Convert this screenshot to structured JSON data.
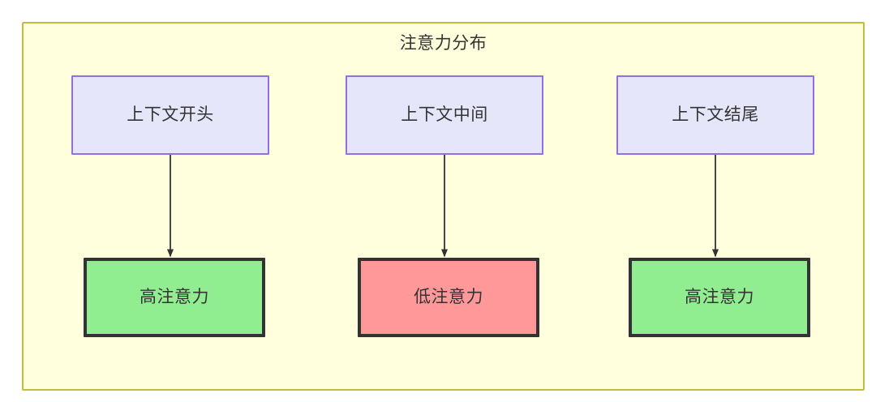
{
  "diagram": {
    "title": "注意力分布",
    "colors": {
      "container_fill": "#ffffde",
      "container_border": "#bfbf3f",
      "context_fill": "#e6e6fa",
      "context_border": "#9370db",
      "high_attention_fill": "#90ee90",
      "low_attention_fill": "#ff9999",
      "node_border_dark": "#333333",
      "edge_stroke": "#333333",
      "text": "#333333"
    },
    "context_nodes": [
      {
        "id": "context-start",
        "label": "上下文开头"
      },
      {
        "id": "context-middle",
        "label": "上下文中间"
      },
      {
        "id": "context-end",
        "label": "上下文结尾"
      }
    ],
    "attention_nodes": [
      {
        "id": "attention-high-start",
        "label": "高注意力",
        "level": "high"
      },
      {
        "id": "attention-low-middle",
        "label": "低注意力",
        "level": "low"
      },
      {
        "id": "attention-high-end",
        "label": "高注意力",
        "level": "high"
      }
    ],
    "edges": [
      {
        "from": "上下文开头",
        "to": "高注意力"
      },
      {
        "from": "上下文中间",
        "to": "低注意力"
      },
      {
        "from": "上下文结尾",
        "to": "高注意力"
      }
    ]
  }
}
